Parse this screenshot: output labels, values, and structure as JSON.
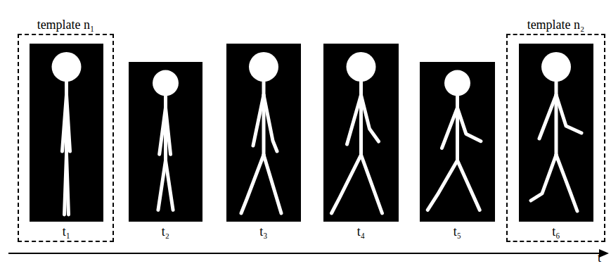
{
  "diagram": {
    "nodes": [
      {
        "text": [
          "template n₁"
        ]
      },
      {
        "text": [
          "t₁"
        ],
        "in": 0
      },
      {
        "text": [
          "t₂"
        ]
      },
      {
        "text": [
          "t₃"
        ]
      },
      {
        "text": [
          "t₄"
        ]
      },
      {
        "text": [
          "t₅"
        ]
      },
      {
        "text": [
          "template n₂"
        ]
      },
      {
        "text": [
          "t₆"
        ],
        "in": 6
      }
    ],
    "labels": [
      "t"
    ]
  }
}
